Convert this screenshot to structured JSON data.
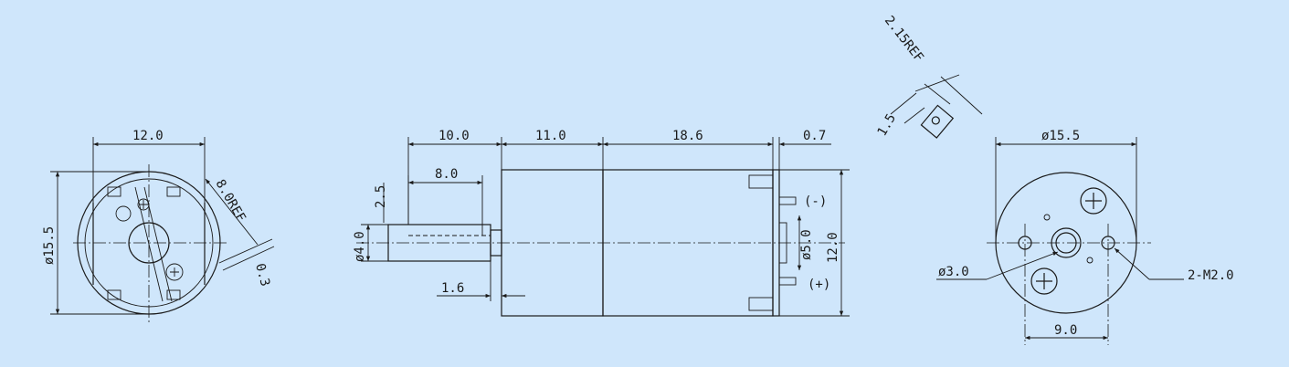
{
  "colors": {
    "background": "#cfe6fb",
    "line": "#1a1a1a"
  },
  "views": {
    "end_view_left": {
      "width": "12.0",
      "diameter": "ø15.5",
      "brush_ref": "8.0REF",
      "offset": "0.3"
    },
    "side_view": {
      "shaft_length": "10.0",
      "gearbox_length": "11.0",
      "motor_length": "18.6",
      "end_cap": "0.7",
      "flat_length": "8.0",
      "flat_depth": "2.5",
      "shaft_diameter": "ø4.0",
      "boss_length": "1.6",
      "boss_diameter": "ø5.0",
      "body_height": "12.0",
      "terminal_negative": "(-)",
      "terminal_positive": "(+)"
    },
    "terminal_detail": {
      "ref": "2.15REF",
      "width": "1.5"
    },
    "end_view_right": {
      "diameter": "ø15.5",
      "bore": "ø3.0",
      "holes": "2-M2.0",
      "hole_spacing": "9.0"
    }
  }
}
